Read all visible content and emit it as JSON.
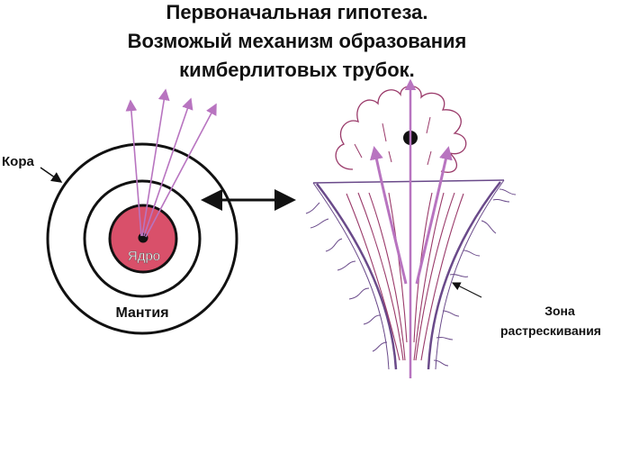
{
  "title": {
    "line1": "Первоначальная гипотеза.",
    "line2": "Возможый механизм образования",
    "line3": "кимберлитовых трубок."
  },
  "labels": {
    "crust": "Кора",
    "mantle": "Мантия",
    "core": "Ядро",
    "zone_line1": "Зона",
    "zone_line2": "растрескивания"
  },
  "colors": {
    "core": "#d9506a",
    "arrows": "#b874c0",
    "cloud": "#9a3a6a",
    "walls": "#6a4a8a"
  }
}
